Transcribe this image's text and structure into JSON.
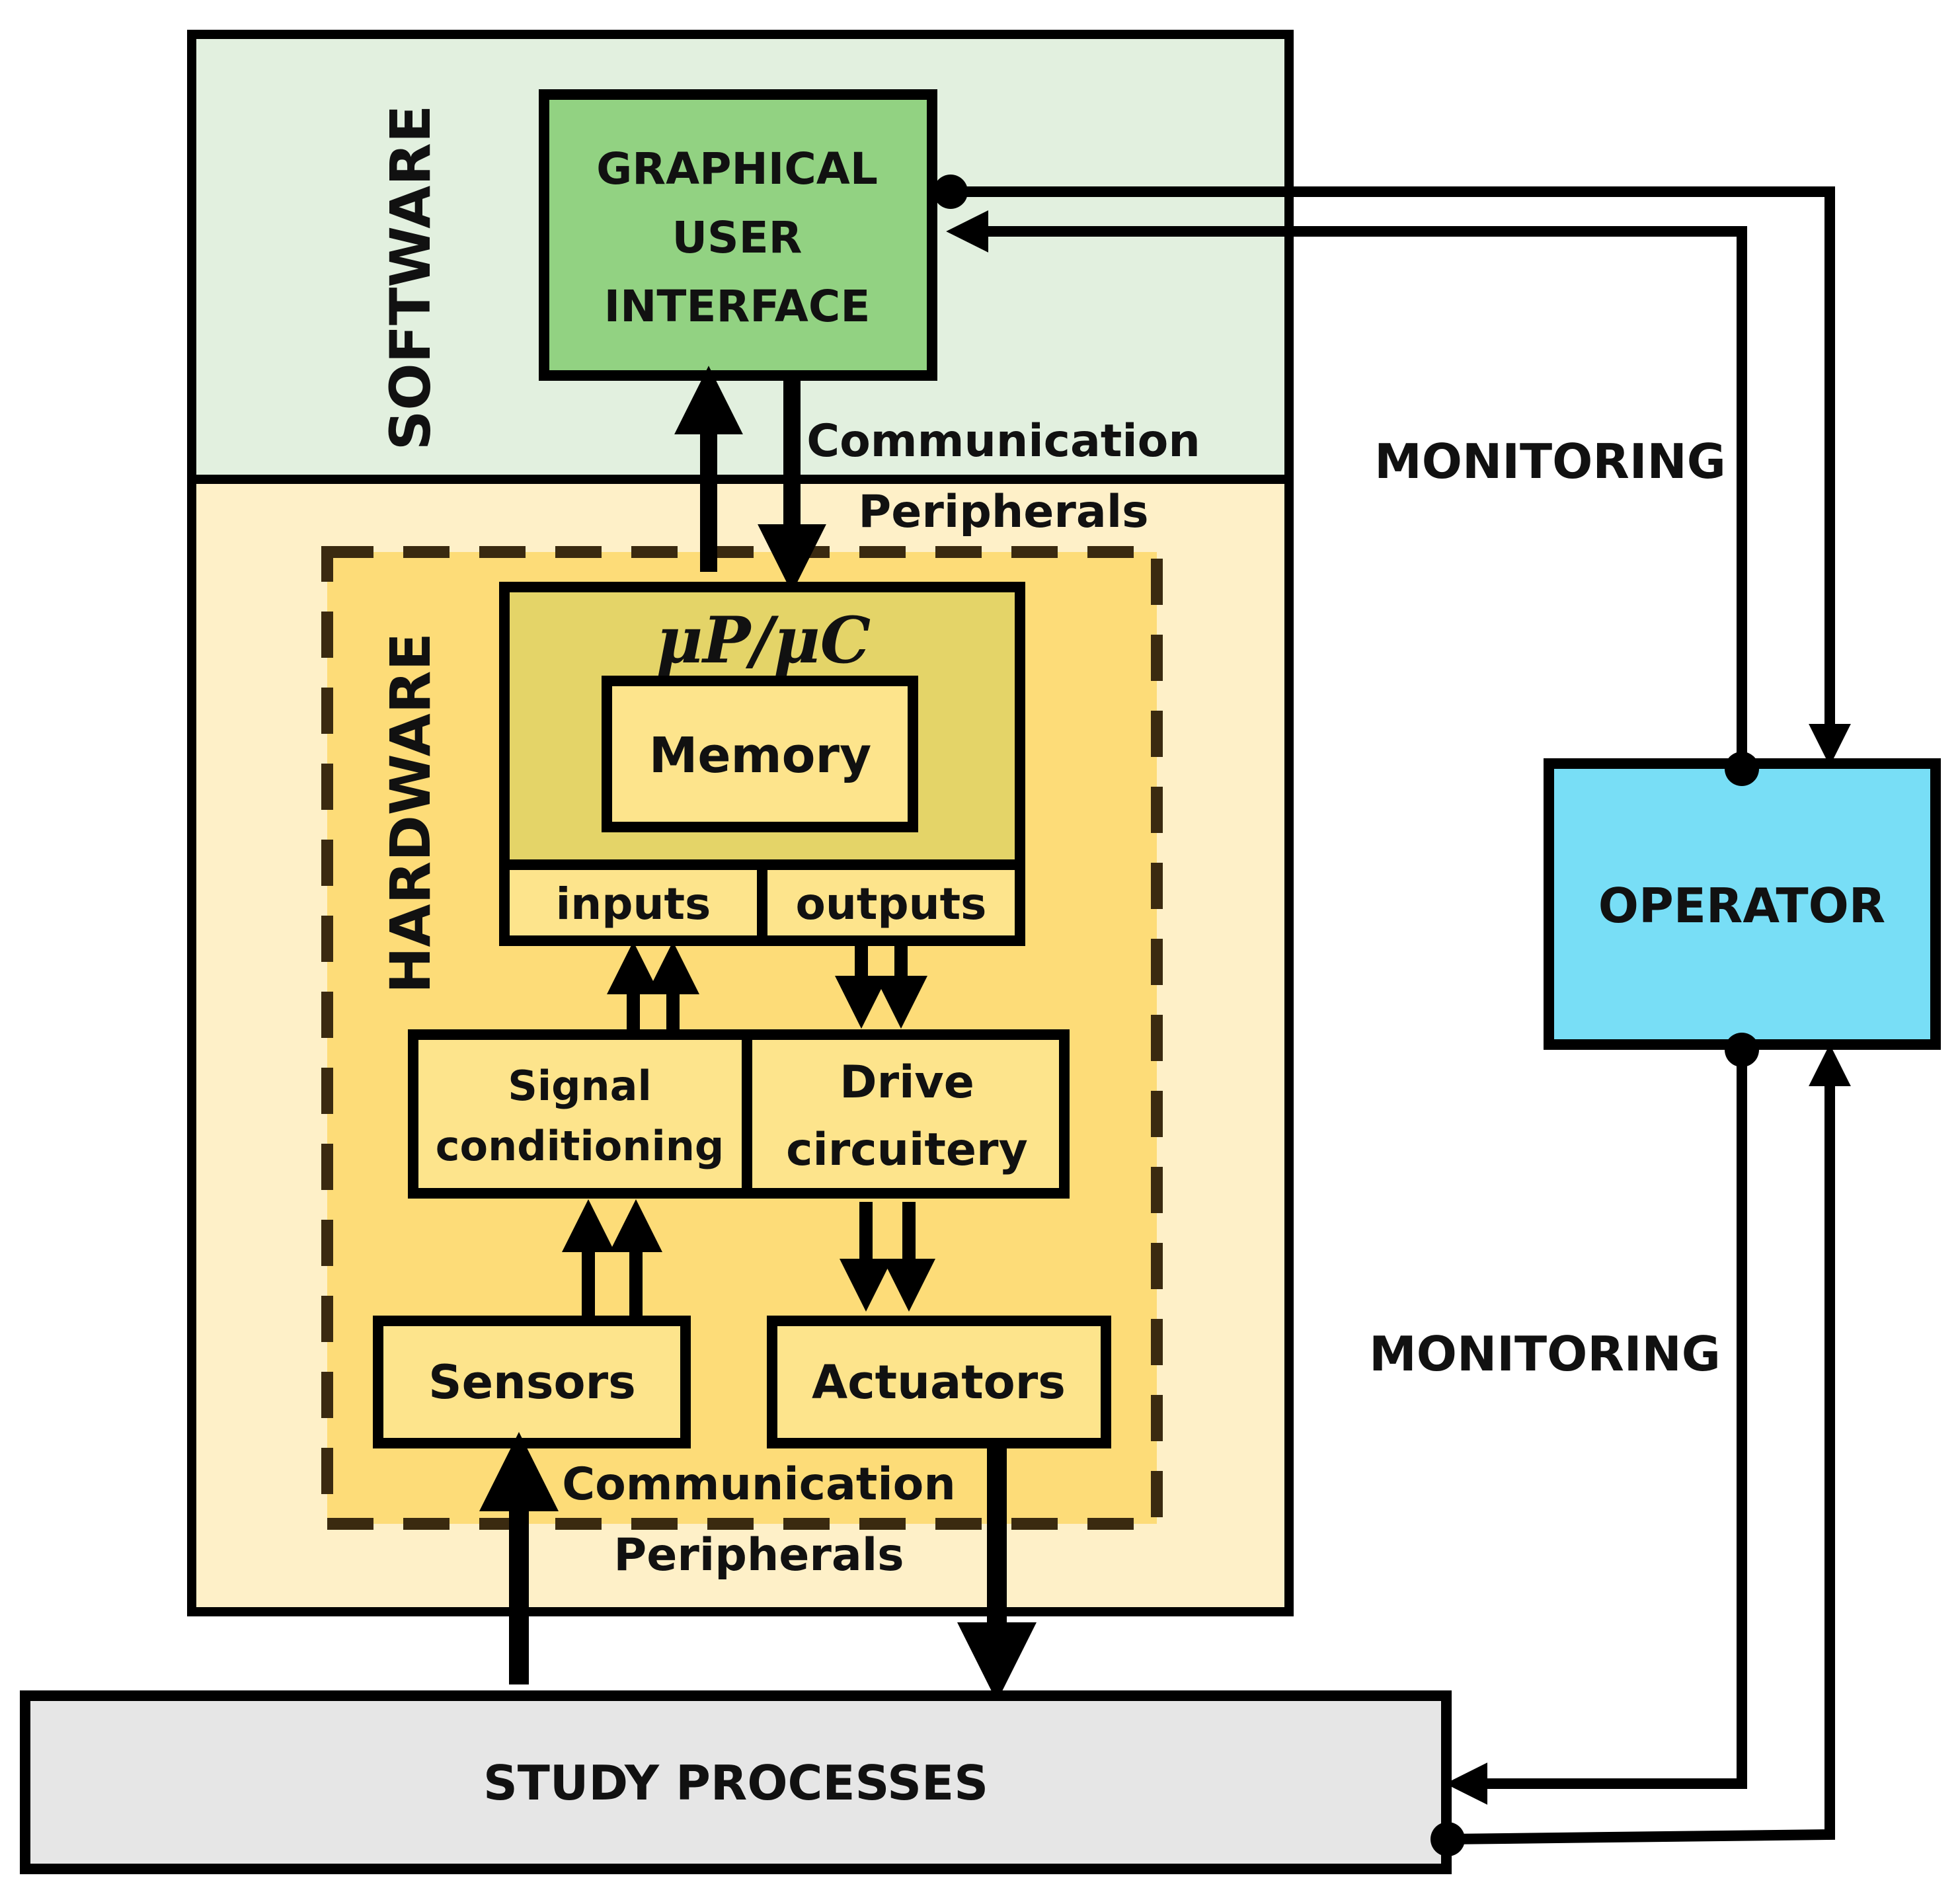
{
  "labels": {
    "software": "SOFTWARE",
    "hardware": "HARDWARE",
    "gui_line1": "GRAPHICAL",
    "gui_line2": "USER",
    "gui_line3": "INTERFACE",
    "comm_top_line1": "Communication",
    "comm_top_line2": "Peripherals",
    "mpu": "μP/μC",
    "memory": "Memory",
    "inputs": "inputs",
    "outputs": "outputs",
    "signal_line1": "Signal",
    "signal_line2": "conditioning",
    "drive_line1": "Drive",
    "drive_line2": "circuitery",
    "sensors": "Sensors",
    "actuators": "Actuators",
    "comm_bottom_line1": "Communication",
    "comm_bottom_line2": "Peripherals",
    "operator": "OPERATOR",
    "monitoring_top": "MONITORING",
    "monitoring_bottom": "MONITORING",
    "study_processes": "STUDY PROCESSES"
  },
  "colors": {
    "software_bg": "#e2f0df",
    "hardware_bg": "#fef0c8",
    "hardware_inner_bg": "#fddc78",
    "gui_fill": "#92d282",
    "mpu_fill": "#e4d468",
    "box_fill": "#fde48c",
    "operator_fill": "#78def6",
    "study_fill": "#e6e6e6",
    "stroke": "#000000"
  }
}
